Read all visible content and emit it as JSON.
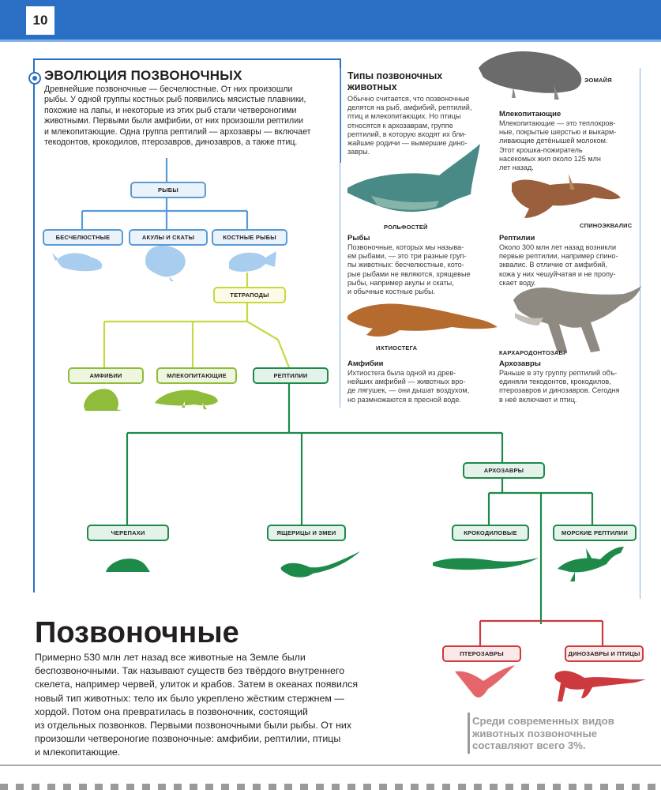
{
  "page_number": "10",
  "evolution": {
    "title": "ЭВОЛЮЦИЯ ПОЗВОНОЧНЫХ",
    "lines": [
      "Древнейшие позвоночные — бесчелюстные. От них произошли",
      "рыбы. У одной группы костных рыб появились мясистые плавники,",
      "похожие на лапы, и некоторые из этих рыб стали четвероногими",
      "животными. Первыми были амфибии, от них произошли рептилии",
      "и млекопитающие. Одна группа рептилий — архозавры — включает",
      "текодонтов, крокодилов, птерозавров, динозавров, а также птиц."
    ]
  },
  "tree": {
    "fish": "РЫБЫ",
    "jawless": "БЕСЧЕЛЮСТНЫЕ",
    "sharks": "АКУЛЫ И СКАТЫ",
    "bony": "КОСТНЫЕ РЫБЫ",
    "tetrapods": "ТЕТРАПОДЫ",
    "amphibians": "АМФИБИИ",
    "mammals": "МЛЕКОПИТАЮЩИЕ",
    "reptiles": "РЕПТИЛИИ",
    "archosaurs": "АРХОЗАВРЫ",
    "turtles": "ЧЕРЕПАХИ",
    "lizards": "ЯЩЕРИЦЫ И ЗМЕИ",
    "crocodiles": "КРОКОДИЛОВЫЕ",
    "marine": "МОРСКИЕ РЕПТИЛИИ",
    "pterosaurs": "ПТЕРОЗАВРЫ",
    "dinos": "ДИНОЗАВРЫ И ПТИЦЫ"
  },
  "types": {
    "title_1": "Типы позвоночных",
    "title_2": "животных",
    "lines": [
      "Обычно считается, что позвоночные",
      "делятся на рыб, амфибий, рептилий,",
      "птиц и млекопитающих. Но птицы",
      "относятся к архозаврам, группе",
      "рептилий, в которую входят их бли-",
      "жайшие родичи — вымершие дино-",
      "завры."
    ]
  },
  "fish_block": {
    "caption": "РОЛЬФОСТЕЙ",
    "title": "Рыбы",
    "lines": [
      "Позвоночные, которых мы называ-",
      "ем рыбами, — это три разные груп-",
      "пы животных: бесчелюстные, кото-",
      "рые рыбами не являются, хрящевые",
      "рыбы, например акулы и скаты,",
      "и обычные костные рыбы."
    ]
  },
  "amphibian_block": {
    "caption": "ИХТИОСТЕГА",
    "title": "Амфибии",
    "lines": [
      "Ихтиостега была одной из древ-",
      "нейших амфибий — животных вро-",
      "де лягушек, — они дышат воздухом,",
      "но размножаются в пресной воде."
    ]
  },
  "mammal_block": {
    "caption": "ЭОМАЙЯ",
    "title": "Млекопитающие",
    "lines": [
      "Млекопитающие — это теплокров-",
      "ные, покрытые шерстью и выкарм-",
      "ливающие детёнышей молоком.",
      "Этот крошка-пожиратель",
      "насекомых жил около 125 млн",
      "лет назад."
    ]
  },
  "reptile_block": {
    "caption": "СПИНОЭКВАЛИС",
    "title": "Рептилии",
    "lines": [
      "Около 300 млн лет назад возникли",
      "первые рептилии, например спино-",
      "эквалис. В отличие от амфибий,",
      "кожа у них чешуйчатая и не пропу-",
      "скает воду."
    ]
  },
  "archosaur_block": {
    "caption": "КАРХАРОДОНТОЗАВР",
    "title": "Архозавры",
    "lines": [
      "Раньше в эту группу рептилий объ-",
      "единяли текодонтов, крокодилов,",
      "птерозавров и динозавров. Сегодня",
      "в неё включают и птиц."
    ]
  },
  "vertebrates": {
    "title": "Позвоночные",
    "lines": [
      "Примерно 530 млн лет назад все животные на Земле были",
      "беспозвоночными. Так называют существ без твёрдого внутреннего",
      "скелета, например червей, улиток и крабов. Затем в океанах появился",
      "новый тип животных: тело  их было укреплено жёстким стержнем —",
      "хордой. Потом она превратилась в позвоночник, состоящий",
      "из отдельных позвонков. Первыми позвоночными были рыбы. От них",
      "произошли четвероногие позвоночные: амфибии, рептилии, птицы",
      "и млекопитающие."
    ]
  },
  "fact": {
    "lines": [
      "Среди современных видов",
      "животных позвоночные",
      "составляют всего 3%."
    ]
  },
  "colors": {
    "header_blue": "#2a6fc4",
    "fish_blue": "#5a9bd5",
    "tetrapod_yellow": "#c9d840",
    "reptile_green": "#1e8a4a",
    "archosaur_red": "#cc3a3e"
  }
}
